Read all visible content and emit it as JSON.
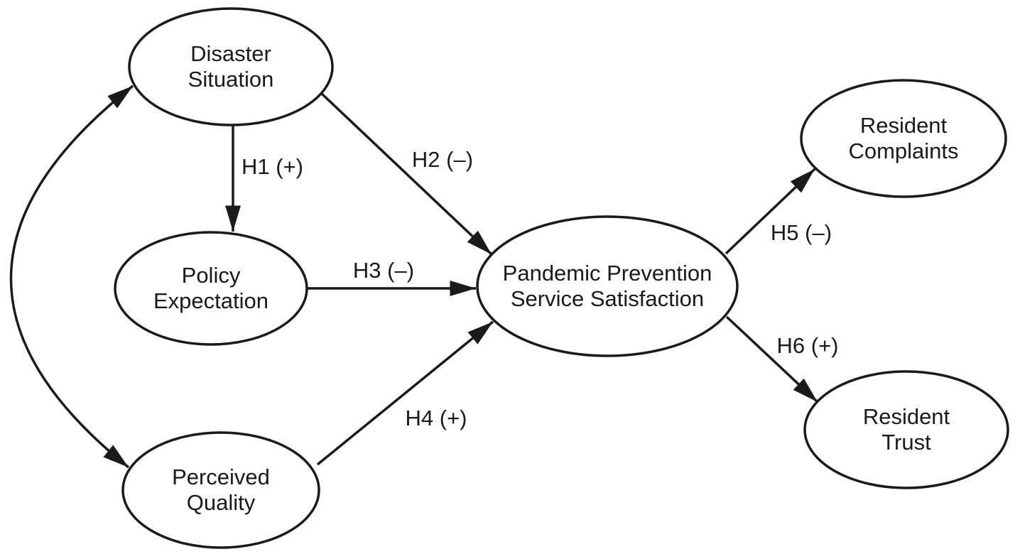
{
  "colors": {
    "ink": "#1a1a1a",
    "background": "#ffffff"
  },
  "diagram": {
    "type": "path-model",
    "nodes": {
      "disaster": {
        "label": "Disaster Situation",
        "line1": "Disaster",
        "line2": "Situation"
      },
      "policy": {
        "label": "Policy Expectation",
        "line1": "Policy",
        "line2": "Expectation"
      },
      "perceived": {
        "label": "Perceived Quality",
        "line1": "Perceived",
        "line2": "Quality"
      },
      "satisfaction": {
        "label": "Pandemic Prevention Service Satisfaction",
        "line1": "Pandemic Prevention",
        "line2": "Service Satisfaction"
      },
      "complaints": {
        "label": "Resident Complaints",
        "line1": "Resident",
        "line2": "Complaints"
      },
      "trust": {
        "label": "Resident Trust",
        "line1": "Resident",
        "line2": "Trust"
      }
    },
    "edges": {
      "h1": {
        "label": "H1 (+)",
        "sign": "+",
        "from": "Disaster Situation",
        "to": "Policy Expectation"
      },
      "h2": {
        "label": "H2 (–)",
        "sign": "–",
        "from": "Disaster Situation",
        "to": "Pandemic Prevention Service Satisfaction"
      },
      "h3": {
        "label": "H3 (–)",
        "sign": "–",
        "from": "Policy Expectation",
        "to": "Pandemic Prevention Service Satisfaction"
      },
      "h4": {
        "label": "H4 (+)",
        "sign": "+",
        "from": "Perceived Quality",
        "to": "Pandemic Prevention Service Satisfaction"
      },
      "h5": {
        "label": "H5 (–)",
        "sign": "–",
        "from": "Pandemic Prevention Service Satisfaction",
        "to": "Resident Complaints"
      },
      "h6": {
        "label": "H6 (+)",
        "sign": "+",
        "from": "Pandemic Prevention Service Satisfaction",
        "to": "Resident Trust"
      },
      "correlation": {
        "type": "double-headed-curve",
        "between": "Disaster Situation and Perceived Quality"
      }
    }
  }
}
